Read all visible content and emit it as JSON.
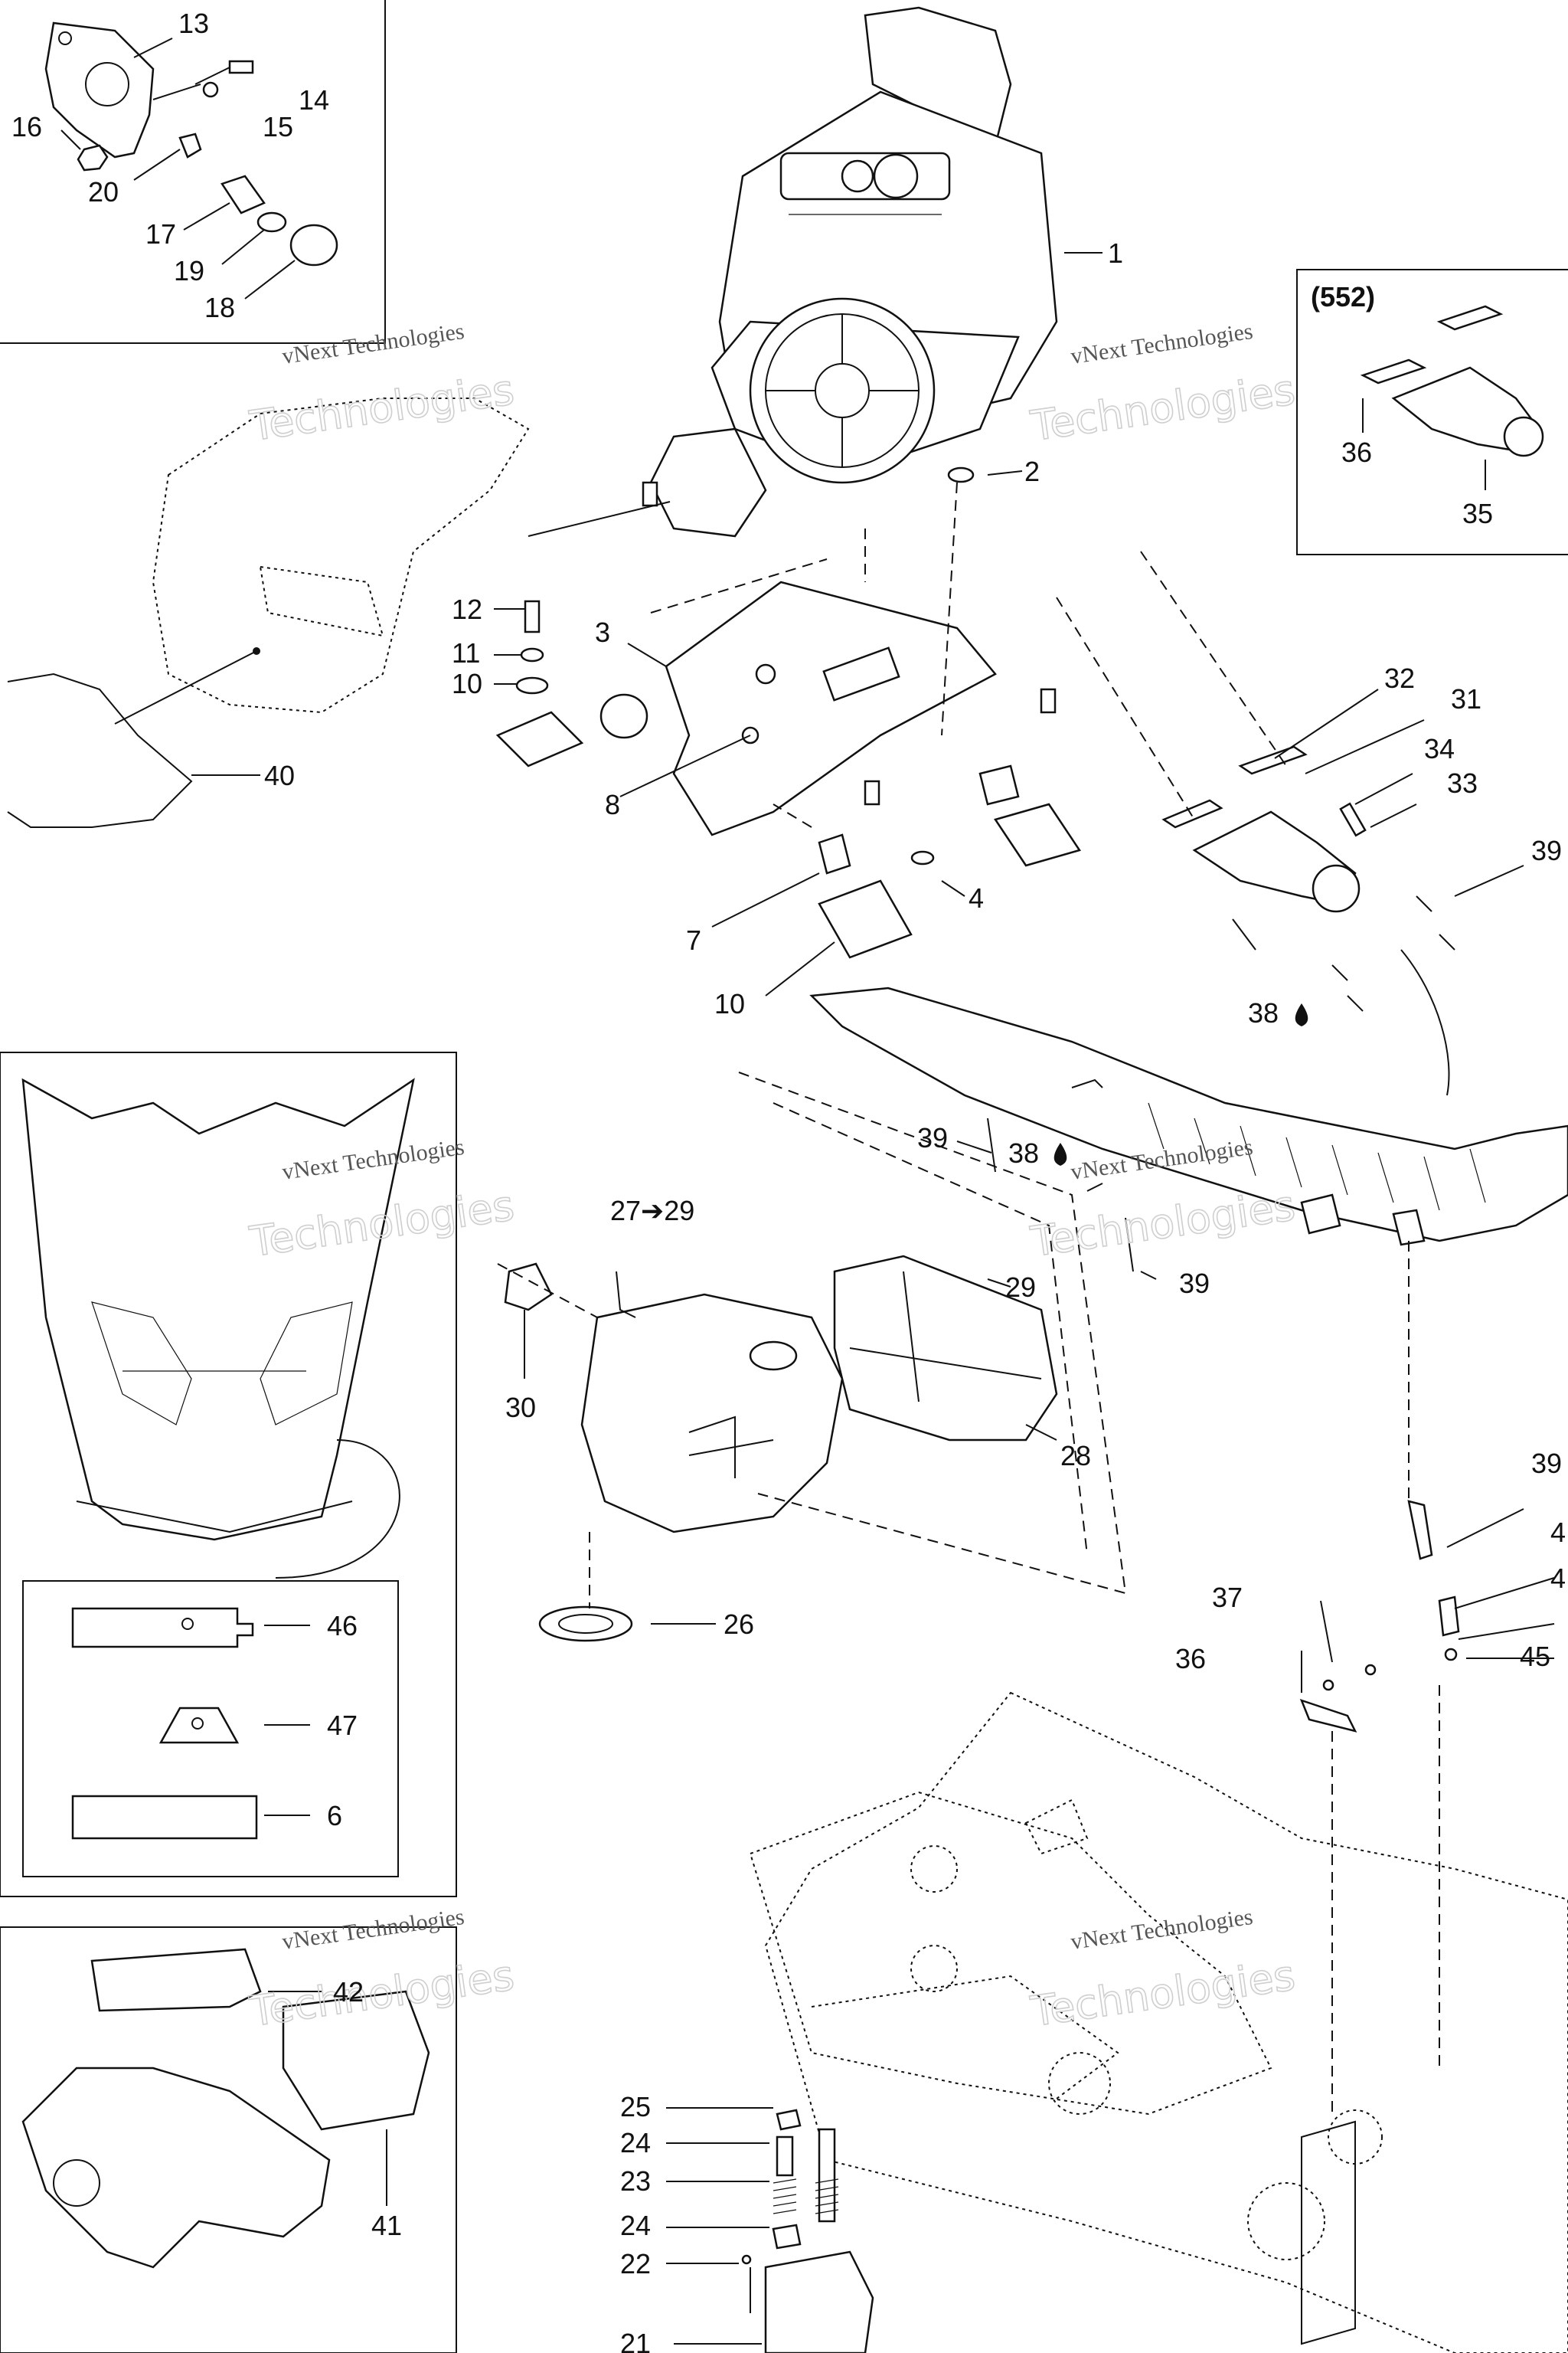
{
  "watermarks": [
    {
      "line1": "vNext Technologies",
      "line2": "Technologies"
    },
    {
      "line1": "vNext Technologies",
      "line2": "Technologies"
    },
    {
      "line1": "vNext Technologies",
      "line2": "Technologies"
    },
    {
      "line1": "vNext Technologies",
      "line2": "Technologies"
    },
    {
      "line1": "vNext Technologies",
      "line2": "Technologies"
    },
    {
      "line1": "vNext Technologies",
      "line2": "Technologies"
    }
  ],
  "inset_552": {
    "label": "(552)"
  },
  "callouts": {
    "c1": "1",
    "c2": "2",
    "c3": "3",
    "c4": "4",
    "c6": "6",
    "c7": "7",
    "c8": "8",
    "c10a": "10",
    "c10b": "10",
    "c11": "11",
    "c12": "12",
    "c13": "13",
    "c14": "14",
    "c15": "15",
    "c16": "16",
    "c17": "17",
    "c18": "18",
    "c19": "19",
    "c20": "20",
    "c21": "21",
    "c22": "22",
    "c23": "23",
    "c24a": "24",
    "c24b": "24",
    "c25": "25",
    "c26": "26",
    "c27": "27➔29",
    "c28": "28",
    "c29": "29",
    "c30": "30",
    "c31": "31",
    "c32": "32",
    "c33": "33",
    "c34": "34",
    "c35": "35",
    "c36a": "36",
    "c36b": "36",
    "c37": "37",
    "c38a": "38",
    "c38b": "38",
    "c39a": "39",
    "c39b": "39",
    "c39c": "39",
    "c39d": "39",
    "c40": "40",
    "c41": "41",
    "c42": "42",
    "c44a": "4",
    "c44b": "4",
    "c45": "45",
    "c46": "46",
    "c47": "47"
  }
}
